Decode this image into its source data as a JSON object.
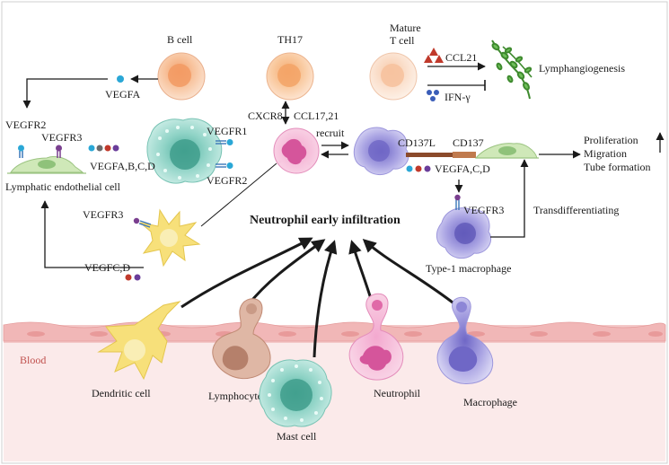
{
  "labels": {
    "b_cell": "B cell",
    "th17": "TH17",
    "mature_t_cell_line1": "Mature",
    "mature_t_cell_line2": "T cell",
    "ccl21": "CCL21",
    "ifn_gamma": "IFN-γ",
    "lymphangiogenesis": "Lymphangiogenesis",
    "vegfa_top": "VEGFA",
    "vegfr2_left": "VEGFR2",
    "vegfr3_left": "VEGFR3",
    "lymphatic_endothelial_cell": "Lymphatic endothelial cell",
    "vegfr1_mast": "VEGFR1",
    "vegfr2_mast": "VEGFR2",
    "vegfa_bcd": "VEGFA,B,C,D",
    "cxcr8": "CXCR8",
    "ccl17_21": "CCL17,21",
    "recruit": "recruit",
    "cd137l": "CD137L",
    "cd137": "CD137",
    "vegfa_cd": "VEGFA,C,D",
    "proliferation": "Proliferation",
    "migration": "Migration",
    "tube_formation": "Tube formation",
    "vegfr3_dc": "VEGFR3",
    "vegfc_d": "VEGFC,D",
    "neutrophil_early_infiltration": "Neutrophil early infiltration",
    "vegfr3_mac": "VEGFR3",
    "transdifferentiating": "Transdifferentiating",
    "type1_macrophage": "Type-1 macrophage",
    "blood": "Blood",
    "dendritic_cell": "Dendritic cell",
    "lymphocyte": "Lymphocyte",
    "mast_cell": "Mast cell",
    "neutrophil": "Neutrophil",
    "macrophage": "Macrophage"
  },
  "colors": {
    "b_cell": "#f6b58a",
    "th17": "#f8c08e",
    "mature_t_cell": "#fad3b8",
    "mast_cell": "#8fd3c6",
    "neutrophil": "#e06aa8",
    "macrophage_blue": "#8d86d6",
    "dendritic": "#f7e07a",
    "lymphocyte": "#c99a86",
    "endothelial": "#cfe8b8",
    "blood_vessel": "#f6d4d3",
    "blood_label": "#c0504d",
    "ccl21_triangle": "#c0392b",
    "ifn_dots": "#3a5db8",
    "lymph_vessel": "#4e9a3a"
  }
}
